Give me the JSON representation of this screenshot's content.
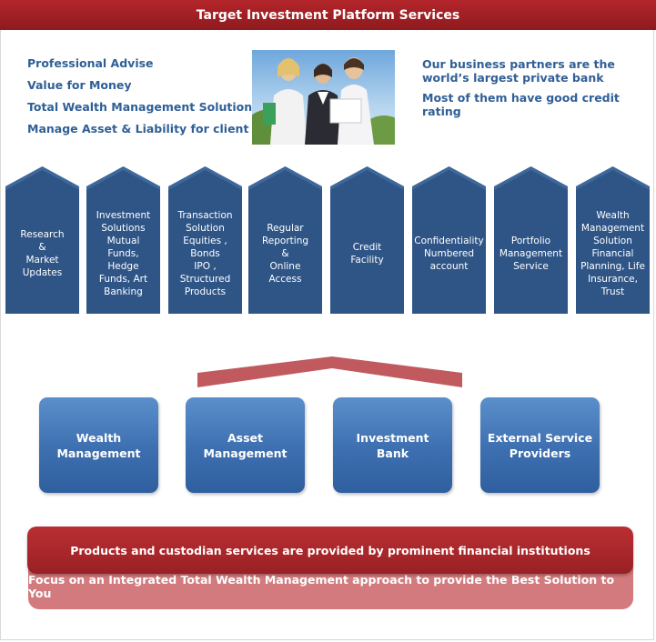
{
  "header": {
    "title": "Target Investment Platform Services"
  },
  "left_points": [
    "Professional Advise",
    "Value for Money",
    "Total Wealth Management Solution",
    "Manage Asset & Liability for client"
  ],
  "right_points": [
    "Our business partners are the world’s largest private bank",
    "Most of them have good credit rating"
  ],
  "services": [
    "Research & Market Updates",
    "Investment Solutions Mutual Funds, Hedge Funds, Art Banking",
    "Transaction Solution Equities , Bonds IPO , Structured Products",
    "Regular Reporting & Online Access",
    "Credit Facility",
    "Confidentiality Numbered account",
    "Portfolio Management Service",
    "Wealth Management Solution Financial Planning, Life Insurance, Trust"
  ],
  "pillars_lines": [
    [
      "Research",
      "&",
      "Market",
      "Updates"
    ],
    [
      "Investment",
      "Solutions",
      "Mutual",
      "Funds,",
      "Hedge",
      "Funds, Art",
      "Banking"
    ],
    [
      "Transaction",
      "Solution",
      "Equities ,",
      "Bonds",
      "IPO ,",
      "Structured",
      "Products"
    ],
    [
      "Regular",
      "Reporting",
      "&",
      "Online",
      "Access"
    ],
    [
      "Credit",
      "Facility"
    ],
    [
      "Confidentiality",
      "Numbered",
      "account"
    ],
    [
      "Portfolio",
      "Management",
      "Service"
    ],
    [
      "Wealth",
      "Management",
      "Solution",
      "Financial",
      "Planning, Life",
      "Insurance,",
      "Trust"
    ]
  ],
  "pillars": [
    {
      "label": "Research\n&\nMarket\nUpdates"
    },
    {
      "label": "Investment\nSolutions\nMutual\nFunds,\nHedge\nFunds, Art\nBanking"
    },
    {
      "label": "Transaction\nSolution\nEquities ,\nBonds\nIPO ,\nStructured\nProducts"
    },
    {
      "label": "Regular\nReporting\n&\nOnline\nAccess"
    },
    {
      "label": "Credit\nFacility"
    },
    {
      "label": "Confidentiality\nNumbered\naccount"
    },
    {
      "label": "Portfolio\nManagement\nService"
    },
    {
      "label": "Wealth\nManagement\nSolution\nFinancial\nPlanning, Life\nInsurance,\nTrust"
    }
  ],
  "divisions": [
    "Wealth\nManagement",
    "Asset\nManagement",
    "Investment\nBank",
    "External Service\nProviders"
  ],
  "banner_primary": "Products and custodian services are provided by prominent financial institutions",
  "banner_secondary": "Focus on an Integrated Total Wealth Management approach to provide the Best Solution to You",
  "colors": {
    "title_bg": "#a32126",
    "text_blue": "#2f5f96",
    "pillar_fill": "#2f5587",
    "box_fill": "#3d6fb0",
    "roof_fill": "#c05a5f",
    "banner_dark": "#a8262a",
    "banner_light": "#d27a7d"
  }
}
